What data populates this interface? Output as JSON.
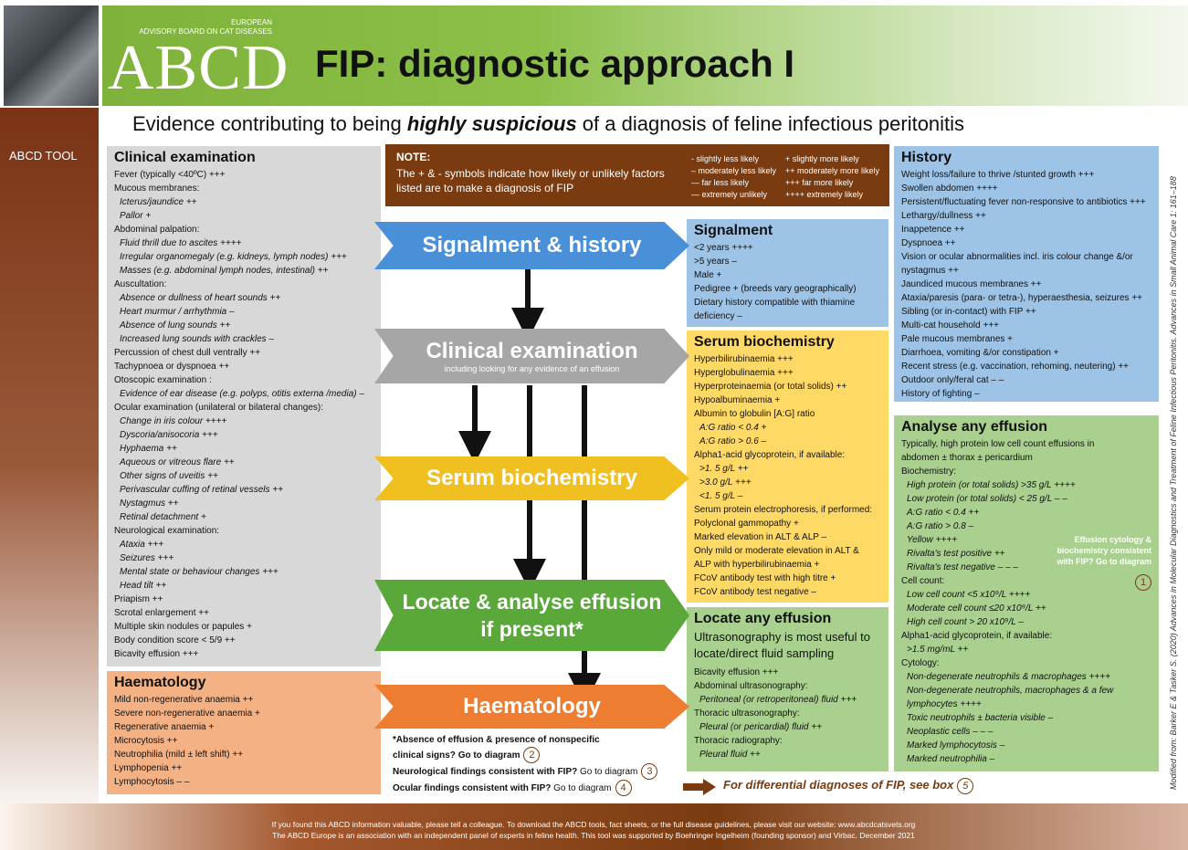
{
  "header": {
    "org_small": "EUROPEAN\nADVISORY BOARD ON CAT DISEASES",
    "logo": "ABCD",
    "title": "FIP: diagnostic approach I"
  },
  "sidebar": {
    "label": "ABCD TOOL"
  },
  "subtitle": {
    "before": "Evidence contributing to being ",
    "emph": "highly suspicious",
    "after": " of a diagnosis of feline infectious peritonitis"
  },
  "note": {
    "title": "NOTE:",
    "text": "The + & - symbols indicate how likely or unlikely factors listed are to make a diagnosis of FIP",
    "legend_left": [
      "- slightly less likely",
      "– moderately less likely",
      "— far less likely",
      "— extremely unlikely"
    ],
    "legend_right": [
      "+ slightly more likely",
      "++ moderately more likely",
      "+++ far more likely",
      "++++ extremely likely"
    ]
  },
  "clinical": {
    "title": "Clinical examination",
    "items": [
      {
        "t": "Fever (typically <40ºC) +++",
        "i": false
      },
      {
        "t": "Mucous membranes:",
        "i": false
      },
      {
        "t": "Icterus/jaundice ++",
        "i": true
      },
      {
        "t": "Pallor +",
        "i": true
      },
      {
        "t": "Abdominal palpation:",
        "i": false
      },
      {
        "t": "Fluid thrill due to ascites ++++",
        "i": true
      },
      {
        "t": "Irregular organomegaly (e.g. kidneys, lymph nodes) +++",
        "i": true
      },
      {
        "t": "Masses (e.g. abdominal lymph nodes, intestinal) ++",
        "i": true
      },
      {
        "t": "Auscultation:",
        "i": false
      },
      {
        "t": "Absence or dullness of heart sounds ++",
        "i": true
      },
      {
        "t": "Heart murmur / arrhythmia –",
        "i": true
      },
      {
        "t": "Absence of lung sounds ++",
        "i": true
      },
      {
        "t": "Increased lung sounds with crackles –",
        "i": true
      },
      {
        "t": "Percussion of chest dull ventrally ++",
        "i": false
      },
      {
        "t": "Tachypnoea or dyspnoea ++",
        "i": false
      },
      {
        "t": "Otoscopic examination :",
        "i": false
      },
      {
        "t": "Evidence of ear disease (e.g. polyps, otitis externa /media) –",
        "i": true
      },
      {
        "t": "Ocular examination (unilateral or bilateral changes):",
        "i": false
      },
      {
        "t": "Change in iris colour ++++",
        "i": true
      },
      {
        "t": "Dyscoria/anisocoria +++",
        "i": true
      },
      {
        "t": "Hyphaema ++",
        "i": true
      },
      {
        "t": "Aqueous or vitreous flare ++",
        "i": true
      },
      {
        "t": "Other signs of uveitis ++",
        "i": true
      },
      {
        "t": "Perivascular cuffing of retinal vessels ++",
        "i": true
      },
      {
        "t": "Nystagmus ++",
        "i": true
      },
      {
        "t": "Retinal detachment +",
        "i": true
      },
      {
        "t": "Neurological examination:",
        "i": false
      },
      {
        "t": "Ataxia +++",
        "i": true
      },
      {
        "t": "Seizures +++",
        "i": true
      },
      {
        "t": "Mental state or behaviour changes +++",
        "i": true
      },
      {
        "t": "Head tilt ++",
        "i": true
      },
      {
        "t": "Priapism ++",
        "i": false
      },
      {
        "t": "Scrotal enlargement ++",
        "i": false
      },
      {
        "t": "Multiple skin nodules or papules +",
        "i": false
      },
      {
        "t": "Body condition score < 5/9 ++",
        "i": false
      },
      {
        "t": "Bicavity effusion +++",
        "i": false
      }
    ]
  },
  "haematology": {
    "title": "Haematology",
    "items": [
      "Mild non-regenerative anaemia ++",
      "Severe non-regenerative anaemia +",
      "Regenerative anaemia +",
      "Microcytosis ++",
      "Neutrophilia (mild ± left shift) ++",
      "Lymphopenia ++",
      "Lymphocytosis – –"
    ]
  },
  "steps": {
    "s1": "Signalment & history",
    "s2": "Clinical examination",
    "s2_sub": "including looking for any evidence of an effusion",
    "s3": "Serum biochemistry",
    "s4a": "Locate & analyse effusion",
    "s4b": "if present*",
    "s5": "Haematology"
  },
  "signalment": {
    "title": "Signalment",
    "items": [
      "<2 years ++++",
      ">5 years –",
      "Male +",
      "Pedigree + (breeds vary geographically)",
      "Dietary history compatible with thiamine",
      "deficiency –"
    ]
  },
  "serum": {
    "title": "Serum biochemistry",
    "items": [
      {
        "t": "Hyperbilirubinaemia +++",
        "i": false
      },
      {
        "t": "Hyperglobulinaemia +++",
        "i": false
      },
      {
        "t": "Hyperproteinaemia (or total solids) ++",
        "i": false
      },
      {
        "t": "Hypoalbuminaemia +",
        "i": false
      },
      {
        "t": "Albumin to globulin [A:G] ratio",
        "i": false
      },
      {
        "t": "A:G ratio < 0.4 +",
        "i": true
      },
      {
        "t": "A:G ratio > 0.6 –",
        "i": true
      },
      {
        "t": "Alpha1-acid glycoprotein, if available:",
        "i": false
      },
      {
        "t": ">1. 5 g/L ++",
        "i": true
      },
      {
        "t": ">3.0 g/L +++",
        "i": true
      },
      {
        "t": "<1. 5 g/L –",
        "i": true
      },
      {
        "t": "Serum protein electrophoresis, if performed:",
        "i": false
      },
      {
        "t": "Polyclonal gammopathy +",
        "i": false
      },
      {
        "t": "Marked elevation in ALT & ALP –",
        "i": false
      },
      {
        "t": "Only mild or moderate elevation in ALT &",
        "i": false
      },
      {
        "t": "ALP with hyperbilirubinaemia +",
        "i": false
      },
      {
        "t": "FCoV antibody test with high titre +",
        "i": false
      },
      {
        "t": "FCoV antibody test negative –",
        "i": false
      }
    ]
  },
  "locate": {
    "title": "Locate any effusion",
    "lead": "Ultrasonography is most useful to locate/direct fluid sampling",
    "items": [
      {
        "t": "Bicavity effusion +++",
        "i": false
      },
      {
        "t": "Abdominal ultrasonography:",
        "i": false
      },
      {
        "t": "Peritoneal (or retroperitoneal) fluid +++",
        "i": true
      },
      {
        "t": "Thoracic ultrasonography:",
        "i": false
      },
      {
        "t": "Pleural (or pericardial) fluid ++",
        "i": true
      },
      {
        "t": "Thoracic radiography:",
        "i": false
      },
      {
        "t": "Pleural fluid ++",
        "i": true
      }
    ]
  },
  "history": {
    "title": "History",
    "items": [
      "Weight loss/failure to thrive /stunted growth +++",
      "Swollen abdomen ++++",
      "Persistent/fluctuating fever non-responsive to antibiotics +++",
      "Lethargy/dullness ++",
      "Inappetence ++",
      "Dyspnoea ++",
      "Vision or ocular abnormalities incl. iris colour change &/or",
      "nystagmus ++",
      "Jaundiced mucous membranes ++",
      "Ataxia/paresis (para- or tetra-), hyperaesthesia, seizures ++",
      "Sibling (or in-contact) with FIP ++",
      "Multi-cat household +++",
      "Pale mucous membranes +",
      "Diarrhoea, vomiting &/or constipation +",
      "Recent stress (e.g. vaccination, rehoming, neutering) ++",
      "Outdoor only/feral cat – –",
      "History of fighting –"
    ]
  },
  "effusion": {
    "title": "Analyse any effusion",
    "items": [
      {
        "t": "Typically, high protein low cell count effusions in",
        "i": false
      },
      {
        "t": "abdomen ± thorax ± pericardium",
        "i": false
      },
      {
        "t": "Biochemistry:",
        "i": false
      },
      {
        "t": "High protein (or total solids) >35 g/L ++++",
        "i": true
      },
      {
        "t": "Low protein (or total solids) < 25 g/L – –",
        "i": true
      },
      {
        "t": "A:G ratio < 0.4 ++",
        "i": true
      },
      {
        "t": "A:G ratio > 0.8 –",
        "i": true
      },
      {
        "t": "Yellow ++++",
        "i": true
      },
      {
        "t": "Rivalta's test positive ++",
        "i": true
      },
      {
        "t": "Rivalta's test negative – – –",
        "i": true
      },
      {
        "t": "Cell count:",
        "i": false
      },
      {
        "t": "Low cell count <5 x10⁹/L ++++",
        "i": true
      },
      {
        "t": "Moderate cell count ≤20 x10⁹/L ++",
        "i": true
      },
      {
        "t": "High cell count > 20 x10⁹/L –",
        "i": true
      },
      {
        "t": "Alpha1-acid glycoprotein, if available:",
        "i": false
      },
      {
        "t": ">1.5 mg/mL ++",
        "i": true
      },
      {
        "t": "Cytology:",
        "i": false
      },
      {
        "t": "Non-degenerate neutrophils & macrophages ++++",
        "i": true
      },
      {
        "t": "Non-degenerate neutrophils, macrophages & a few",
        "i": true
      },
      {
        "t": "lymphocytes ++++",
        "i": true
      },
      {
        "t": "Toxic neutrophils ± bacteria visible –",
        "i": true
      },
      {
        "t": "Neoplastic cells – – –",
        "i": true
      },
      {
        "t": "Marked lymphocytosis –",
        "i": true
      },
      {
        "t": "Marked neutrophilia –",
        "i": true
      }
    ],
    "side_note": "Effusion cytology & biochemistry consistent with FIP? Go to diagram",
    "side_num": "1"
  },
  "bottom_notes": {
    "a": "*Absence of effusion & presence of nonspecific clinical signs? Go to diagram",
    "a_num": "2",
    "b_bold": "Neurological findings consistent with FIP?",
    "b_rest": " Go to diagram",
    "b_num": "3",
    "c_bold": "Ocular findings consistent with FIP?",
    "c_rest": " Go to diagram",
    "c_num": "4",
    "ddx": "For differential diagnoses of FIP, see box",
    "ddx_num": "5"
  },
  "footer": {
    "line1": "If you found this ABCD information valuable, please tell a colleague. To download the ABCD tools, fact sheets, or the full disease guidelines, please visit our website: www.abcdcatsvets.org",
    "line2": "The ABCD Europe is an association with an independent panel of experts in feline health. This tool was supported by Boehringer Ingelheim (founding sponsor) and Virbac. December 2021"
  },
  "credit": "Modified from: Barker E & Tasker S. (2020) Advances in Molecular Diagnostics and Treatment of Feline Infectious Peritonitis. Advances in Small Animal Care 1: 161–188"
}
